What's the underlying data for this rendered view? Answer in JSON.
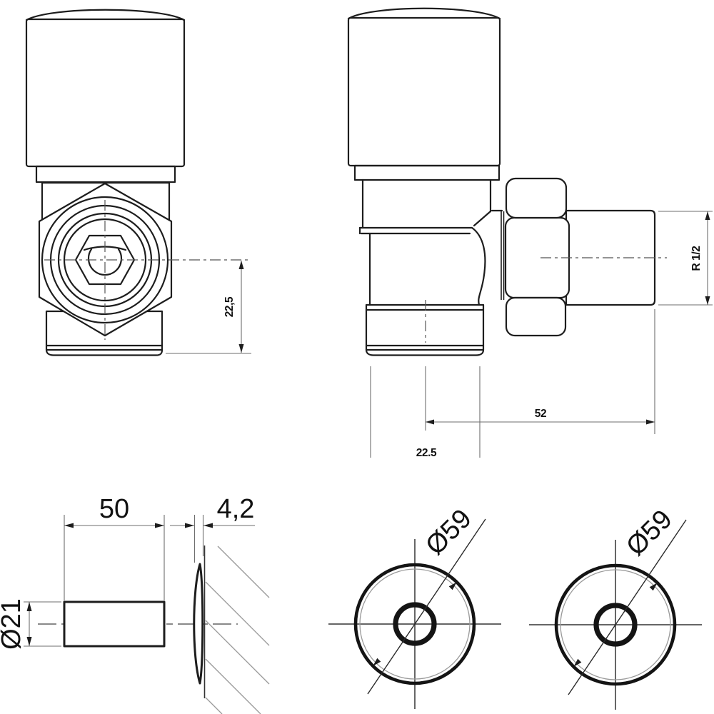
{
  "colors": {
    "background": "#ffffff",
    "line": "#1d1d1d",
    "dimension_line": "#6e6e6e",
    "centerline": "#555555",
    "hatch": "#9a9a9a"
  },
  "views": {
    "valve_front": {
      "dim_center_to_bottom": "22,5"
    },
    "valve_side": {
      "thread_size": "R 1/2",
      "dim_center_to_pipe_end": "52",
      "dim_outlet_width": "22.5"
    },
    "tail_side": {
      "dim_length": "50",
      "dim_cover_thickness": "4,2",
      "dim_diameter": "Ø21"
    },
    "cover_front_left": {
      "dim_diameter": "Ø59"
    },
    "cover_front_right": {
      "dim_diameter": "Ø59"
    }
  }
}
